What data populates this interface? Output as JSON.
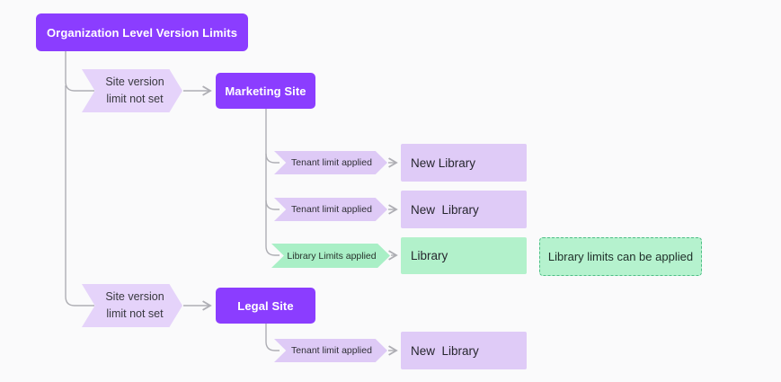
{
  "diagram": {
    "root": {
      "label": "Organization Level Version Limits"
    },
    "marketing": {
      "condition": {
        "line1": "Site version",
        "line2": "limit not set"
      },
      "label": "Marketing Site",
      "children": [
        {
          "condition": "Tenant limit applied",
          "label": "New Library"
        },
        {
          "condition": "Tenant limit applied",
          "label": "New  Library"
        },
        {
          "condition": "Library Limits applied",
          "label": "Library"
        }
      ]
    },
    "legal": {
      "condition": {
        "line1": "Site version",
        "line2": "limit not set"
      },
      "label": "Legal Site",
      "children": [
        {
          "condition": "Tenant limit applied",
          "label": "New  Library"
        }
      ]
    },
    "annotation": {
      "label": "Library limits can be applied"
    }
  },
  "colors": {
    "background": "#FAFAFB",
    "node_purple": "#8B3DFF",
    "node_lavender": "#DFCBF7",
    "chevron_lavender": "#E5D3FA",
    "node_mint": "#B2F1CB",
    "chevron_mint": "#A9EFC6",
    "annotation_border_green": "#4EBE86",
    "connector_gray": "#AEAEB4"
  }
}
